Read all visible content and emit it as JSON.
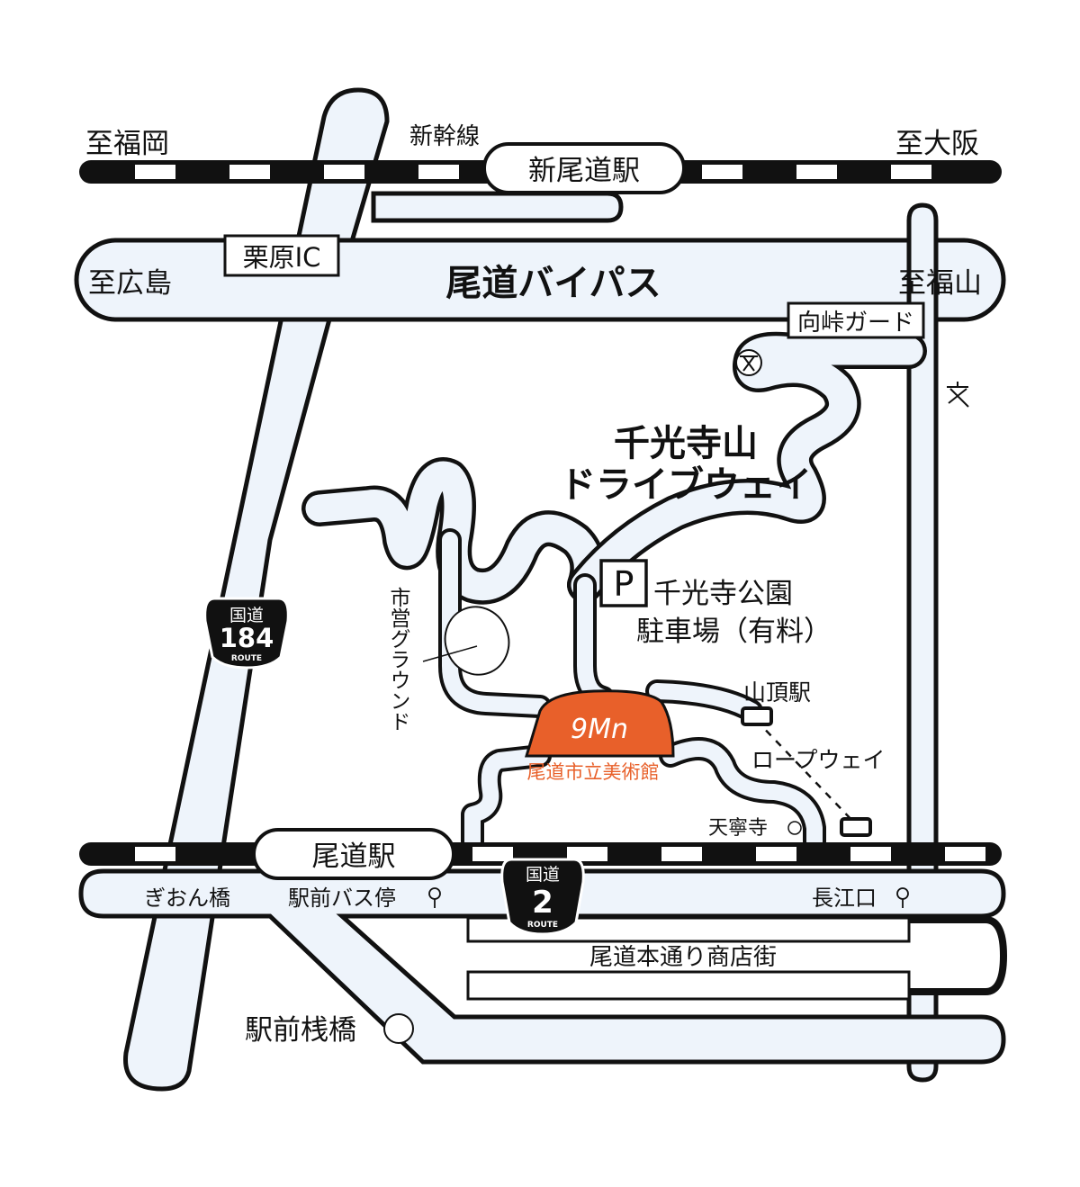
{
  "labels": {
    "to_fukuoka": "至福岡",
    "shinkansen": "新幹線",
    "to_osaka": "至大阪",
    "shin_onomichi_station": "新尾道駅",
    "kurihara_ic": "栗原IC",
    "to_hiroshima": "至広島",
    "onomichi_bypass": "尾道バイパス",
    "to_fukuyama": "至福山",
    "mukaitao_guard": "向峠ガード",
    "senkoji_drive_1": "千光寺山",
    "senkoji_drive_2": "ドライブウェイ",
    "parking_mark": "P",
    "parking_1": "千光寺公園",
    "parking_2": "駐車場（有料）",
    "city_ground": "市営グラウンド",
    "summit_station": "山頂駅",
    "ropeway": "ロープウェイ",
    "museum": "尾道市立美術館",
    "tenneiji": "天寧寺",
    "onomichi_station": "尾道駅",
    "gion_bridge": "ぎおん橋",
    "ekimae_bus_stop": "駅前バス停",
    "nagaeguchi": "長江口",
    "shotengai": "尾道本通り商店街",
    "ekimae_pier": "駅前桟橋",
    "route184_kokudo": "国道",
    "route184_num": "184",
    "route184_route": "ROUTE",
    "route2_kokudo": "国道",
    "route2_num": "2",
    "route2_route": "ROUTE",
    "museum_logo": "9Mn"
  },
  "colors": {
    "road_fill": "#eef4fb",
    "outline": "#111111",
    "museum": "#e8602a"
  },
  "icons": {
    "school": "school-icon",
    "bus_stop": "bus-stop-icon",
    "temple": "temple-icon",
    "pier": "pier-icon",
    "ropeway_station": "ropeway-station-icon"
  }
}
